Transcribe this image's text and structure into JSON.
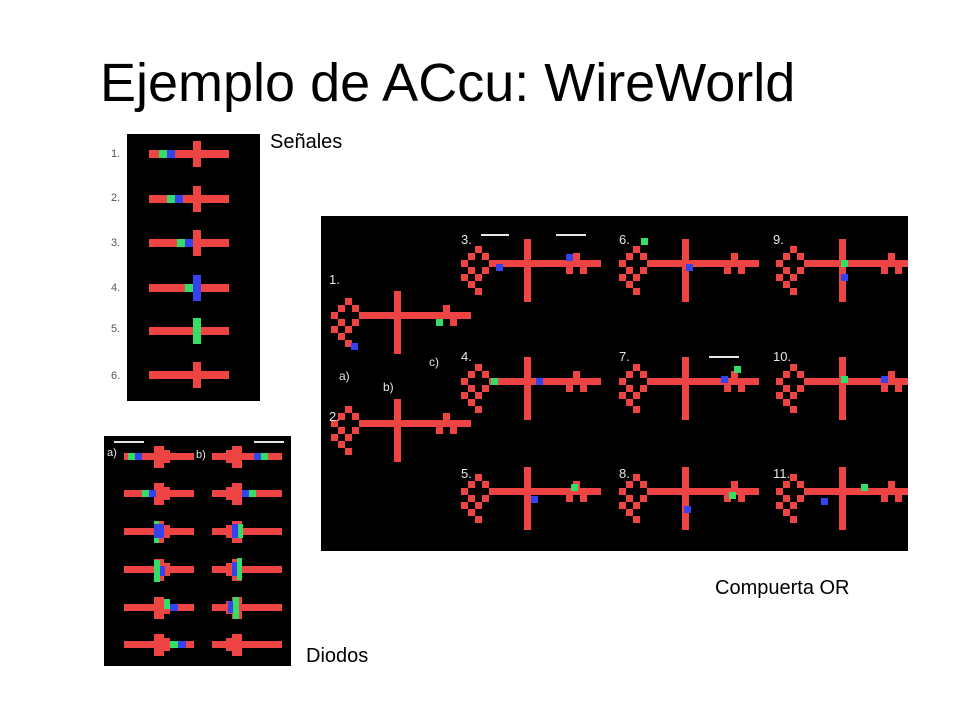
{
  "slide": {
    "title": "Ejemplo de ACcu: WireWorld",
    "labels": {
      "senales": "Señales",
      "diodos": "Diodos",
      "or_gate": "Compuerta OR"
    }
  },
  "senales_panel": {
    "steps": [
      "1.",
      "2.",
      "3.",
      "4.",
      "5.",
      "6."
    ]
  },
  "diodos_panel": {
    "a_label": "a)",
    "b_label": "b)"
  },
  "or_panel": {
    "steps": [
      "1.",
      "2.",
      "3.",
      "4.",
      "5.",
      "6.",
      "7.",
      "8.",
      "9.",
      "10.",
      "11."
    ],
    "part_labels": [
      "a)",
      "b)",
      "c)"
    ]
  },
  "colors": {
    "background": "#000000",
    "conductor": "#ee4444",
    "electron_head": "#3344ee",
    "electron_tail": "#33dd66"
  }
}
